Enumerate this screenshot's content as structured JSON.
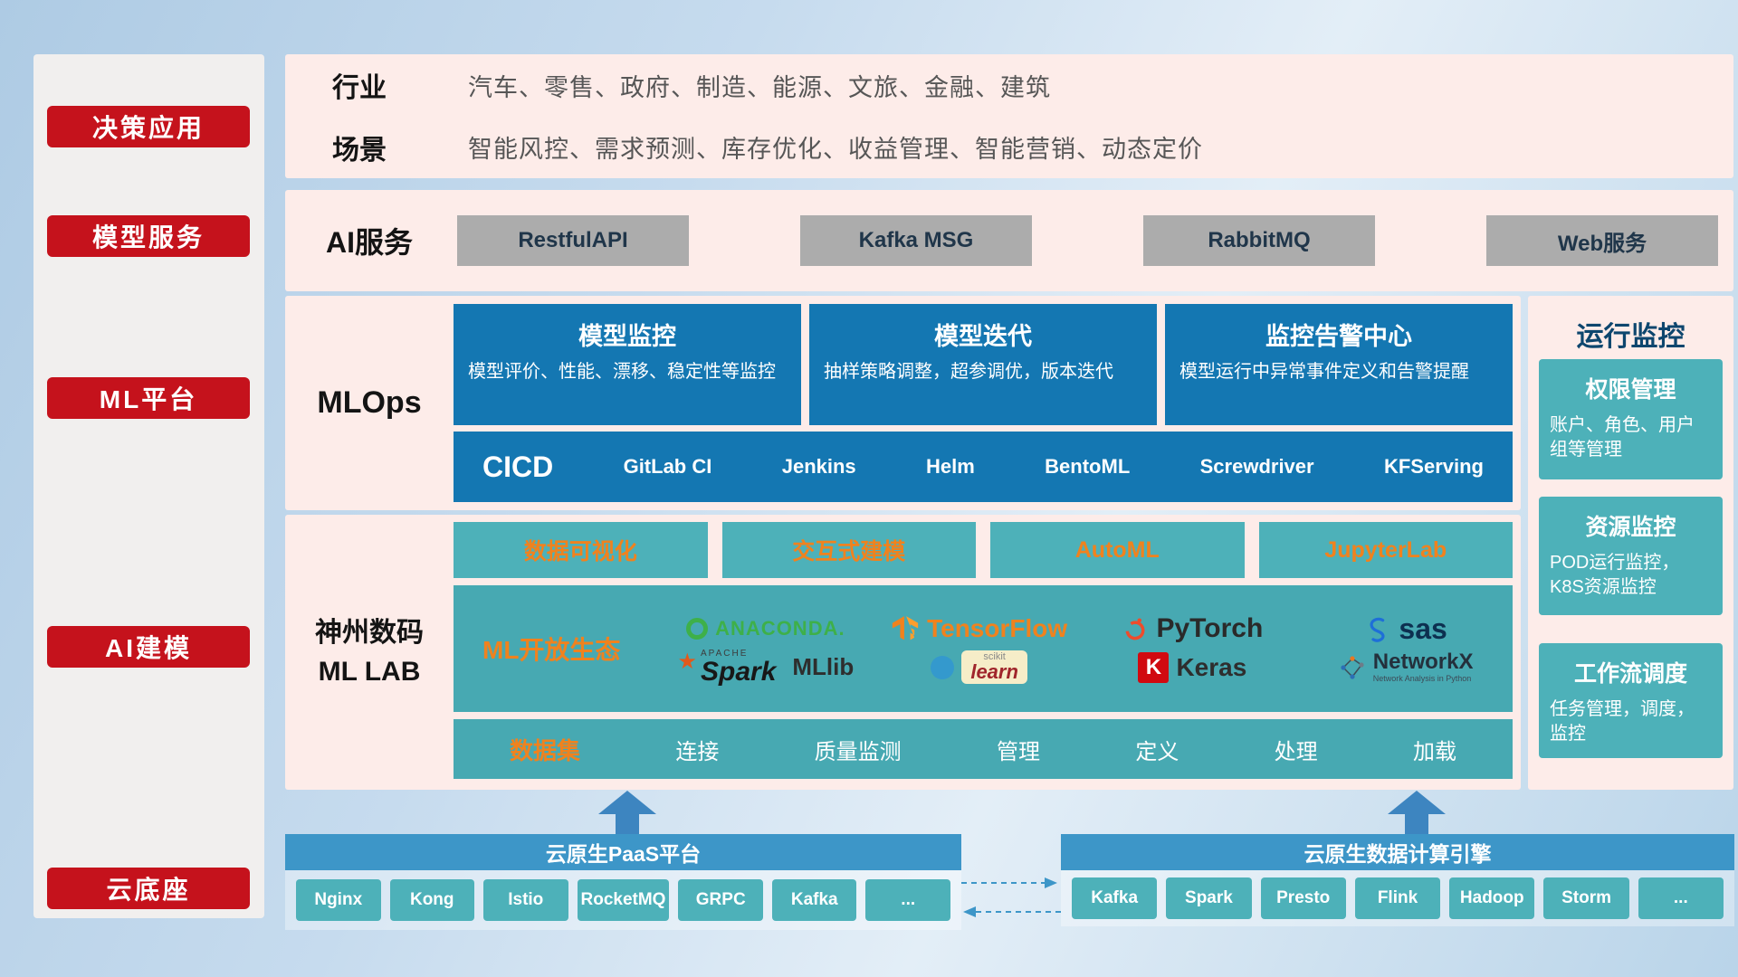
{
  "colors": {
    "accent_red": "#c5121c",
    "deep_blue": "#1477b2",
    "teal": "#4db1b9",
    "orange": "#f0821e",
    "bar_blue": "#3d96c8",
    "band_pink": "#fdece9"
  },
  "sidebar": {
    "items": [
      "决策应用",
      "模型服务",
      "ML平台",
      "AI建模",
      "云底座"
    ]
  },
  "industry": {
    "rows": [
      {
        "label": "行业",
        "text": "汽车、零售、政府、制造、能源、文旅、金融、建筑"
      },
      {
        "label": "场景",
        "text": "智能风控、需求预测、库存优化、收益管理、智能营销、动态定价"
      }
    ]
  },
  "ai_service": {
    "label": "AI服务",
    "buttons": [
      "RestfulAPI",
      "Kafka MSG",
      "RabbitMQ",
      "Web服务"
    ]
  },
  "mlops": {
    "label": "MLOps",
    "cards": [
      {
        "title": "模型监控",
        "desc": "模型评价、性能、漂移、稳定性等监控"
      },
      {
        "title": "模型迭代",
        "desc": "抽样策略调整，超参调优，版本迭代"
      },
      {
        "title": "监控告警中心",
        "desc": "模型运行中异常事件定义和告警提醒"
      }
    ],
    "cicd": {
      "label": "CICD",
      "items": [
        "GitLab CI",
        "Jenkins",
        "Helm",
        "BentoML",
        "Screwdriver",
        "KFServing"
      ]
    }
  },
  "mllab": {
    "label_line1": "神州数码",
    "label_line2": "ML LAB",
    "top_buttons": [
      "数据可视化",
      "交互式建模",
      "AutoML",
      "JupyterLab"
    ],
    "ecosystem_label": "ML开放生态",
    "logos": {
      "anaconda": "ANACONDA.",
      "tensorflow": "TensorFlow",
      "pytorch": "PyTorch",
      "sas": "sas",
      "spark_apache": "APACHE",
      "spark": "Spark",
      "mllib": "MLlib",
      "scikit_top": "scikit",
      "scikit": "learn",
      "keras_k": "K",
      "keras": "Keras",
      "networkx": "NetworkX",
      "networkx_sub": "Network Analysis in Python"
    },
    "data_row": {
      "label": "数据集",
      "items": [
        "连接",
        "质量监测",
        "管理",
        "定义",
        "处理",
        "加载"
      ]
    }
  },
  "monitor": {
    "title": "运行监控",
    "cards": [
      {
        "title": "权限管理",
        "desc": "账户、角色、用户组等管理"
      },
      {
        "title": "资源监控",
        "desc": "POD运行监控，K8S资源监控"
      },
      {
        "title": "工作流调度",
        "desc": "任务管理，调度，监控"
      }
    ]
  },
  "foundation": {
    "paas": {
      "title": "云原生PaaS平台",
      "chips": [
        "Nginx",
        "Kong",
        "Istio",
        "RocketMQ",
        "GRPC",
        "Kafka",
        "..."
      ]
    },
    "engine": {
      "title": "云原生数据计算引擎",
      "chips": [
        "Kafka",
        "Spark",
        "Presto",
        "Flink",
        "Hadoop",
        "Storm",
        "..."
      ]
    }
  }
}
